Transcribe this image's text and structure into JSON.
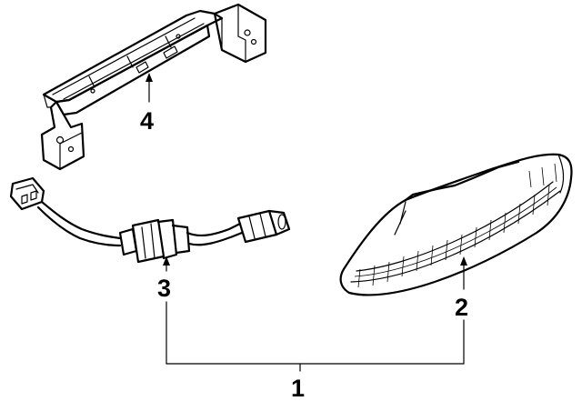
{
  "callouts": {
    "part_1": "1",
    "part_2": "2",
    "part_3": "3",
    "part_4": "4"
  },
  "icons": [
    "bracket",
    "socket-harness",
    "side-marker-lamp",
    "leader-arrow"
  ]
}
